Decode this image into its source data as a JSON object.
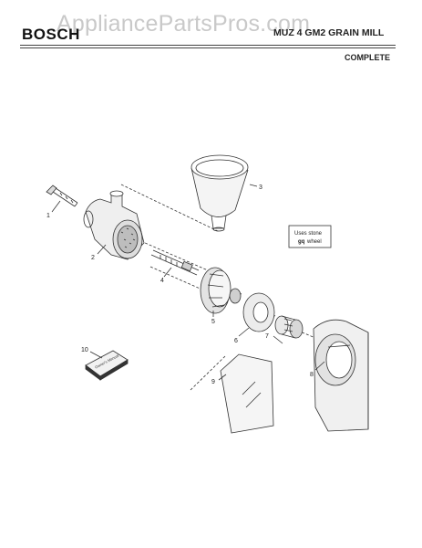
{
  "watermark": "AppliancePartsPros.com",
  "header": {
    "brand": "BOSCH",
    "model": "MUZ 4 GM2 GRAIN MILL",
    "subtitle": "COMPLETE"
  },
  "callouts": [
    "1",
    "2",
    "3",
    "4",
    "5",
    "6",
    "7",
    "8",
    "9",
    "10"
  ],
  "note": {
    "line1": "Uses stone",
    "line2_bold": "gq",
    "line2_rest": "wheel"
  },
  "manual_label": "Owner's Manual"
}
